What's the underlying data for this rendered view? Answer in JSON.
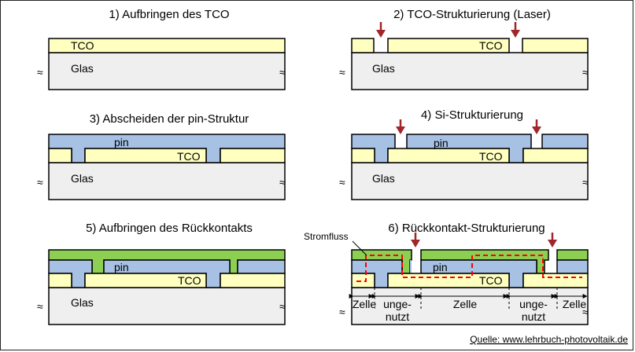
{
  "panels": [
    {
      "title": "1) Aufbringen des TCO"
    },
    {
      "title": "2) TCO-Strukturierung  (Laser)"
    },
    {
      "title": "3) Abscheiden der pin-Struktur"
    },
    {
      "title": "4) Si-Strukturierung"
    },
    {
      "title": "5) Aufbringen des Rückkontakts"
    },
    {
      "title": "6) Rückkontakt-Strukturierung"
    }
  ],
  "labels": {
    "glass": "Glas",
    "tco": "TCO",
    "pin": "pin",
    "current_flow": "Stromfluss",
    "cell": "Zelle",
    "unused_line1": "unge-",
    "unused_line2": "nutzt"
  },
  "source": "Quelle: www.lehrbuch-photovoltaik.de",
  "colors": {
    "glass": "#efeff0",
    "tco": "#ffffc0",
    "pin": "#a7c1e5",
    "back_contact": "#8ccf53",
    "laser_arrow": "#a0262a",
    "current_path": "#ff0000"
  }
}
